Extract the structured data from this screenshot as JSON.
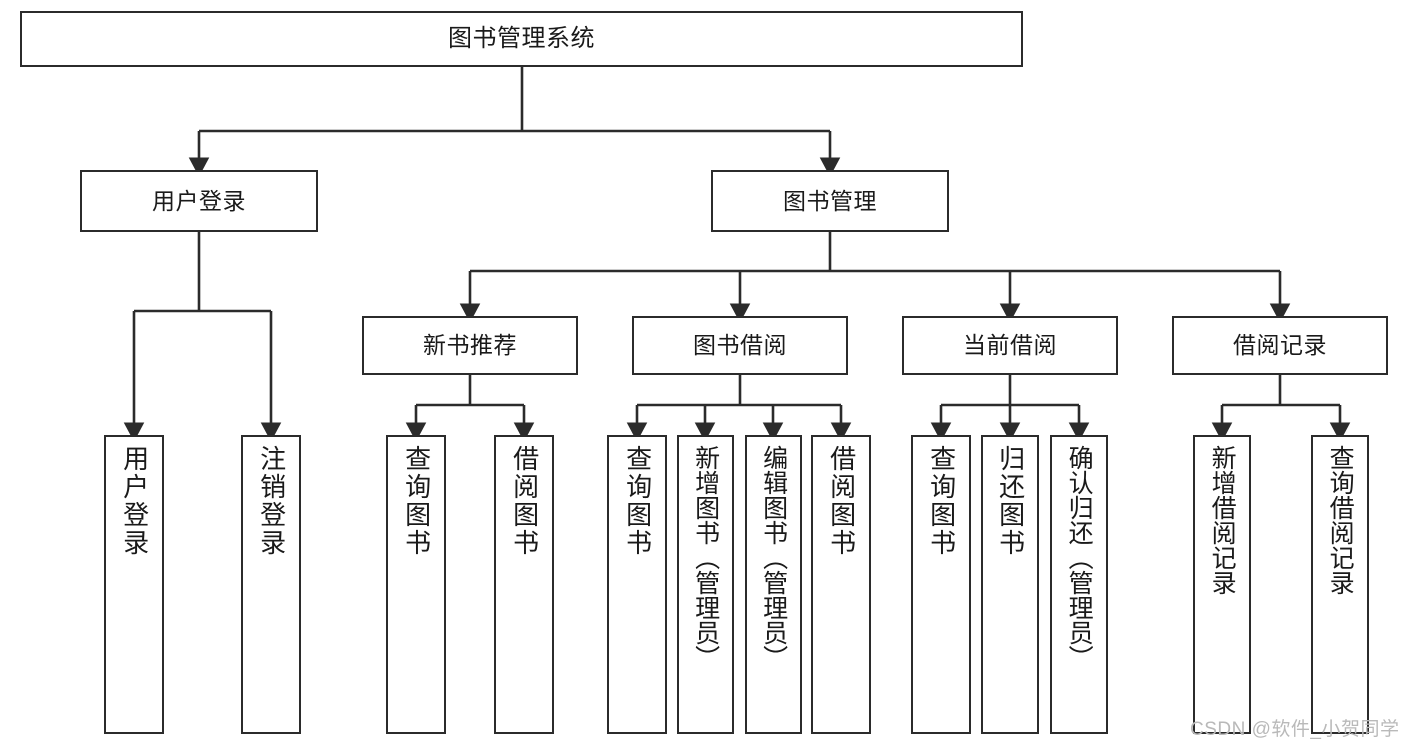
{
  "diagram": {
    "title": "图书管理系统",
    "type": "tree-hierarchy",
    "colors": {
      "node_border": "#2b2b2b",
      "node_fill": "#ffffff",
      "edge": "#2b2b2b",
      "text": "#1a1a1a",
      "background": "#ffffff",
      "watermark": "#b9b9b9"
    },
    "root": {
      "label": "图书管理系统"
    },
    "level2": [
      {
        "label": "用户登录"
      },
      {
        "label": "图书管理"
      }
    ],
    "level3": [
      {
        "label": "新书推荐"
      },
      {
        "label": "图书借阅"
      },
      {
        "label": "当前借阅"
      },
      {
        "label": "借阅记录"
      }
    ],
    "leaves": {
      "user_login": [
        {
          "label": "用户登录"
        },
        {
          "label": "注销登录"
        }
      ],
      "new_book_recommend": [
        {
          "label": "查询图书"
        },
        {
          "label": "借阅图书"
        }
      ],
      "book_borrow": [
        {
          "label": "查询图书"
        },
        {
          "label": "新增图书（管理员）"
        },
        {
          "label": "编辑图书（管理员）"
        },
        {
          "label": "借阅图书"
        }
      ],
      "current_borrow": [
        {
          "label": "查询图书"
        },
        {
          "label": "归还图书"
        },
        {
          "label": "确认归还（管理员）"
        }
      ],
      "borrow_records": [
        {
          "label": "新增借阅记录"
        },
        {
          "label": "查询借阅记录"
        }
      ]
    }
  },
  "watermark": {
    "text": "CSDN @软件_小贺同学"
  }
}
